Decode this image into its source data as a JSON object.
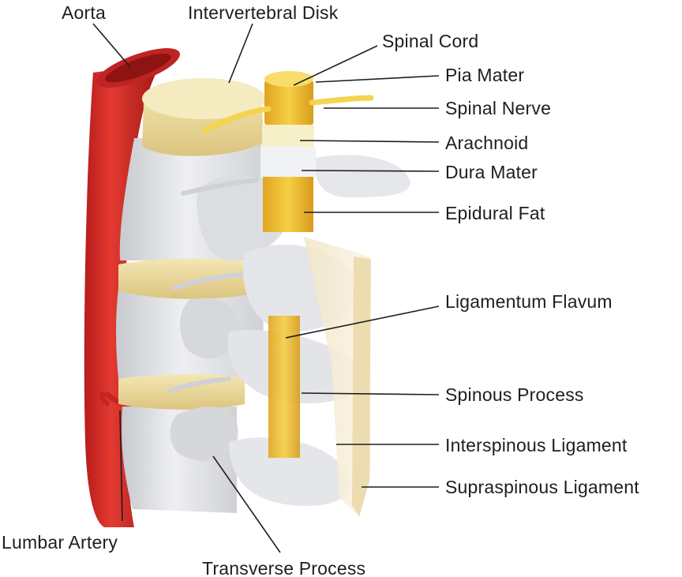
{
  "labels": {
    "aorta": "Aorta",
    "intervertebral_disk": "Intervertebral Disk",
    "spinal_cord": "Spinal Cord",
    "pia_mater": "Pia Mater",
    "spinal_nerve": "Spinal Nerve",
    "arachnoid": "Arachnoid",
    "dura_mater": "Dura Mater",
    "epidural_fat": "Epidural Fat",
    "ligamentum_flavum": "Ligamentum Flavum",
    "spinous_process": "Spinous Process",
    "interspinous_ligament": "Interspinous Ligament",
    "supraspinous_ligament": "Supraspinous Ligament",
    "lumbar_artery": "Lumbar Artery",
    "transverse_process": "Transverse Process"
  },
  "colors": {
    "aorta": "#d62b25",
    "aorta_dark": "#a8191a",
    "bone": "#e4e5e8",
    "bone_shadow": "#c3c5ca",
    "disk": "#eee0a6",
    "disk_dark": "#d9c27a",
    "cord": "#f2cc3c",
    "cord_light": "#f8e27a",
    "ligament": "#f4ead0",
    "leader": "#1e1e1e"
  }
}
